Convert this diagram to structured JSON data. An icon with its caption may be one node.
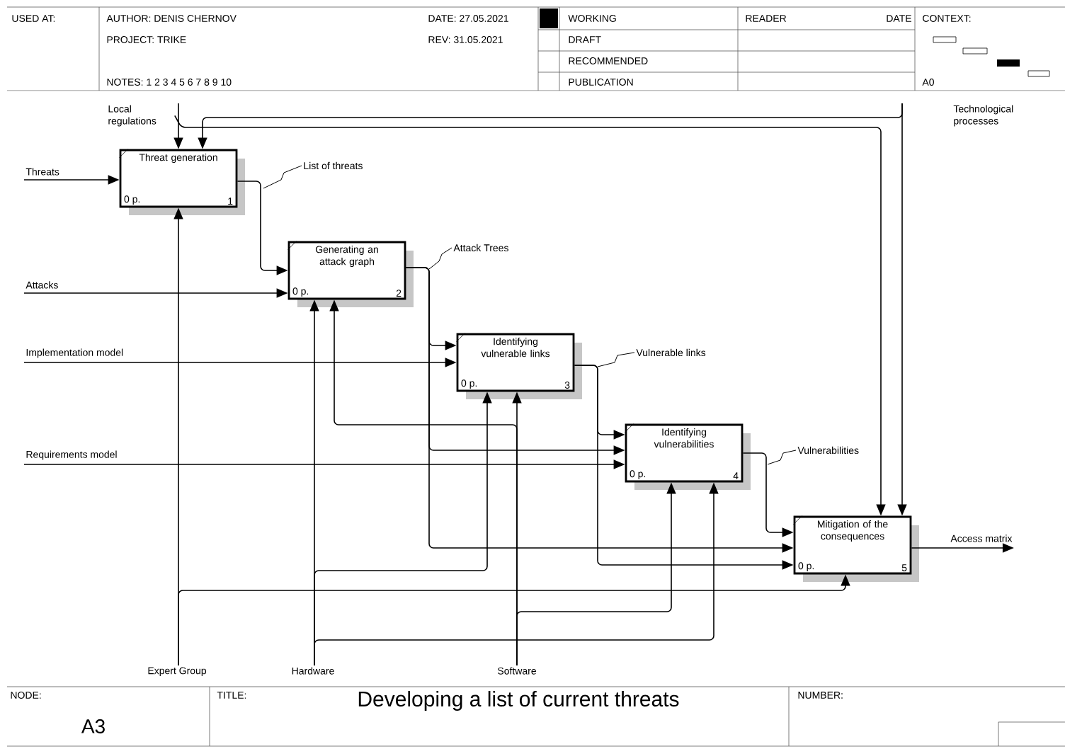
{
  "diagram": {
    "title": "Developing a list of current threats",
    "nodes": [
      {
        "text": [
          "Local regulations"
        ]
      },
      {
        "text": [
          "Technological processes"
        ]
      },
      {
        "text": [
          "Threats"
        ]
      },
      {
        "text": [
          "Threat generation",
          "0 p.",
          "1"
        ]
      },
      {
        "text": [
          "Generating an attack graph",
          "0 p.",
          "2"
        ]
      },
      {
        "text": [
          "Attacks"
        ]
      },
      {
        "text": [
          "Implementation model"
        ]
      },
      {
        "text": [
          "Identifying vulnerable links",
          "0 p.",
          "3"
        ]
      },
      {
        "text": [
          "Requirements model"
        ]
      },
      {
        "text": [
          "Identifying vulnerabilities",
          "0 p.",
          "4"
        ]
      },
      {
        "text": [
          "Mitigation of the consequences",
          "0 p.",
          "5"
        ]
      },
      {
        "text": [
          "Access matrix"
        ]
      },
      {
        "text": [
          "Expert Group"
        ]
      },
      {
        "text": [
          "Hardware"
        ]
      },
      {
        "text": [
          "Software"
        ]
      }
    ],
    "edges": [
      {
        "from": 0,
        "to": 3,
        "arrow": "to"
      },
      {
        "from": 0,
        "to": 10,
        "arrow": "to"
      },
      {
        "from": 1,
        "to": 3,
        "arrow": "to"
      },
      {
        "from": 1,
        "to": 10,
        "arrow": "to"
      },
      {
        "from": 2,
        "to": 3,
        "arrow": "to"
      },
      {
        "from": 3,
        "to": 4,
        "arrow": "to",
        "label": "List of threats"
      },
      {
        "from": 5,
        "to": 4,
        "arrow": "to"
      },
      {
        "from": 4,
        "to": 7,
        "arrow": "to",
        "label": "Attack Trees"
      },
      {
        "from": 4,
        "to": 9,
        "arrow": "to"
      },
      {
        "from": 4,
        "to": 10,
        "arrow": "to"
      },
      {
        "from": 6,
        "to": 7,
        "arrow": "to"
      },
      {
        "from": 7,
        "to": 9,
        "arrow": "to",
        "label": "Vulnerable links"
      },
      {
        "from": 7,
        "to": 10,
        "arrow": "to"
      },
      {
        "from": 8,
        "to": 9,
        "arrow": "to"
      },
      {
        "from": 9,
        "to": 10,
        "arrow": "to",
        "label": "Vulnerabilities"
      },
      {
        "from": 10,
        "to": 11,
        "arrow": "to"
      },
      {
        "from": 12,
        "to": 3,
        "arrow": "to"
      },
      {
        "from": 12,
        "to": 10,
        "arrow": "to"
      },
      {
        "from": 13,
        "to": 4,
        "arrow": "to"
      },
      {
        "from": 13,
        "to": 7,
        "arrow": "to"
      },
      {
        "from": 13,
        "to": 9,
        "arrow": "to"
      },
      {
        "from": 14,
        "to": 7,
        "arrow": "to"
      },
      {
        "from": 14,
        "to": 4,
        "arrow": "to"
      },
      {
        "from": 14,
        "to": 9,
        "arrow": "to"
      }
    ],
    "labels": [
      "USED AT:",
      "AUTHOR: DENIS CHERNOV",
      "DATE: 27.05.2021",
      "WORKING",
      "READER",
      "DATE",
      "CONTEXT:",
      "PROJECT: TRIKE",
      "REV: 31.05.2021",
      "DRAFT",
      "RECOMMENDED",
      "NOTES: 1 2 3 4 5 6 7 8 9 10",
      "PUBLICATION",
      "A0",
      "NODE:",
      "TITLE:",
      "NUMBER:",
      "A3"
    ]
  }
}
